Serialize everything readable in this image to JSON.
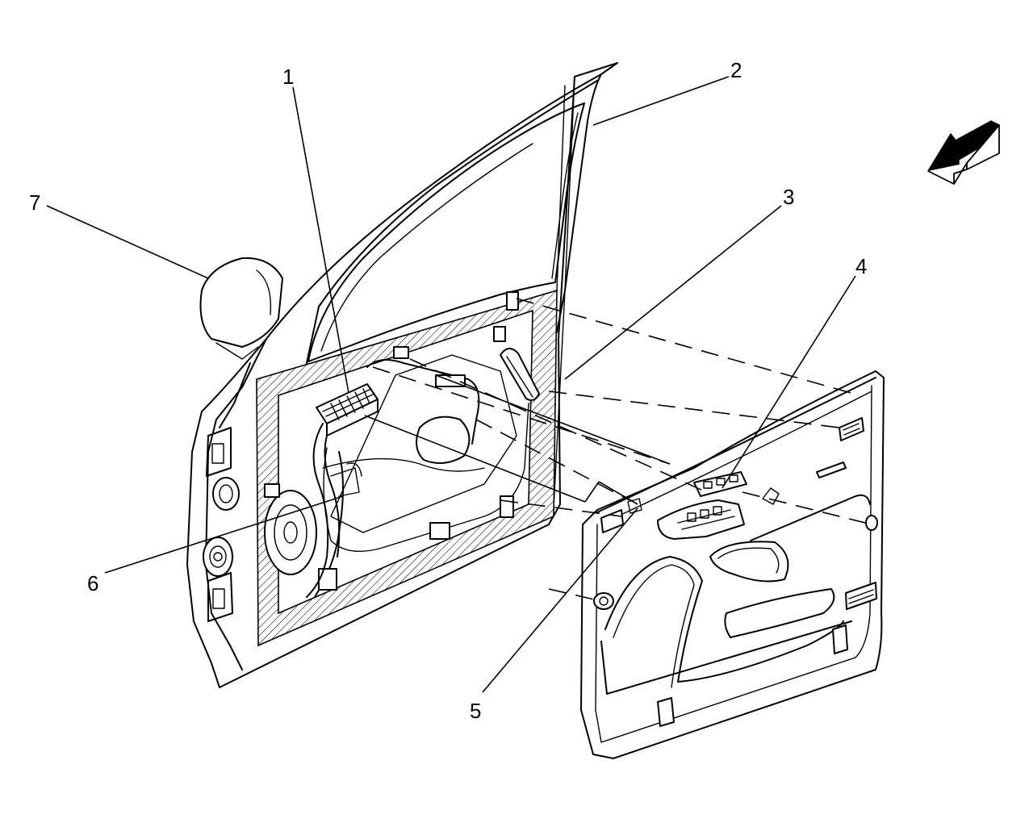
{
  "callouts": [
    {
      "id": "1",
      "text": "1"
    },
    {
      "id": "2",
      "text": "2"
    },
    {
      "id": "3",
      "text": "3"
    },
    {
      "id": "4",
      "text": "4"
    },
    {
      "id": "5",
      "text": "5"
    },
    {
      "id": "6",
      "text": "6"
    },
    {
      "id": "7",
      "text": "7"
    }
  ],
  "icons": {
    "direction": "front-direction-arrow-icon"
  }
}
